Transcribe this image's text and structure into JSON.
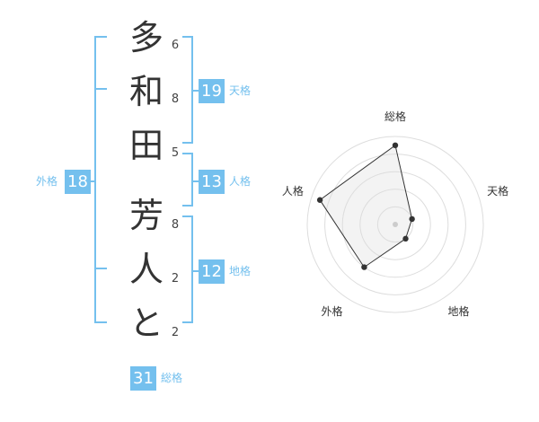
{
  "name_chars": [
    {
      "char": "多",
      "strokes": "6"
    },
    {
      "char": "和",
      "strokes": "8"
    },
    {
      "char": "田",
      "strokes": "5"
    },
    {
      "char": "芳",
      "strokes": "8"
    },
    {
      "char": "人",
      "strokes": "2"
    },
    {
      "char": "と",
      "strokes": "2"
    }
  ],
  "fortunes": {
    "tenkaku": {
      "value": "19",
      "label": "天格"
    },
    "jinkaku": {
      "value": "13",
      "label": "人格"
    },
    "chikaku": {
      "value": "12",
      "label": "地格"
    },
    "gaikaku": {
      "value": "18",
      "label": "外格"
    },
    "soukaku": {
      "value": "31",
      "label": "総格"
    }
  },
  "colors": {
    "accent": "#74c0ee",
    "text": "#333333"
  },
  "chart_data": {
    "type": "radar",
    "axes": [
      "総格",
      "天格",
      "地格",
      "外格",
      "人格"
    ],
    "values": [
      0.9,
      0.2,
      0.2,
      0.6,
      0.9
    ],
    "rings": 5,
    "range": [
      0,
      1
    ]
  }
}
